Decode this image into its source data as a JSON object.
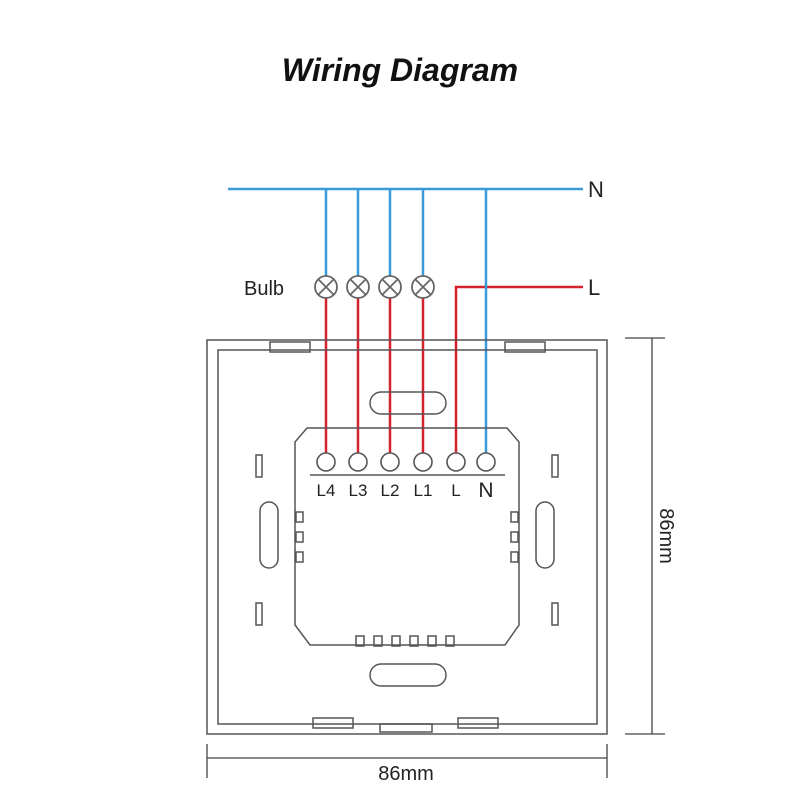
{
  "title": "Wiring Diagram",
  "bulb_label": "Bulb",
  "line_labels": {
    "neutral": "N",
    "live": "L"
  },
  "terminals": [
    "L4",
    "L3",
    "L2",
    "L1",
    "L",
    "N"
  ],
  "dimensions": {
    "width": "86mm",
    "height": "86mm"
  },
  "colors": {
    "neutral_wire": "#3a9ad9",
    "live_wire": "#d4232b",
    "outline": "#555555"
  }
}
